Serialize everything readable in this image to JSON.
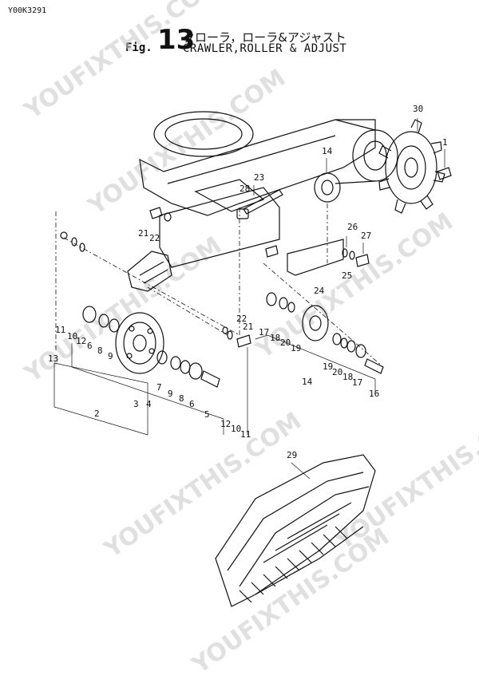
{
  "document_code": "Y00K3291",
  "figure": {
    "prefix": "Fig.",
    "number": "13",
    "title_jp": "クローラ，ローラ&アジャスト",
    "title_en": "CRAWLER,ROLLER & ADJUST"
  },
  "watermark": "YOUFIXTHIS.COM",
  "part_numbers": [
    "30",
    "1",
    "14",
    "23",
    "28",
    "21",
    "22",
    "26",
    "27",
    "25",
    "24",
    "11",
    "10",
    "12",
    "6",
    "8",
    "9",
    "13",
    "22",
    "21",
    "17",
    "18",
    "20",
    "19",
    "14",
    "19",
    "20",
    "18",
    "17",
    "16",
    "7",
    "9",
    "8",
    "6",
    "5",
    "3",
    "4",
    "2",
    "12",
    "10",
    "11",
    "29"
  ]
}
